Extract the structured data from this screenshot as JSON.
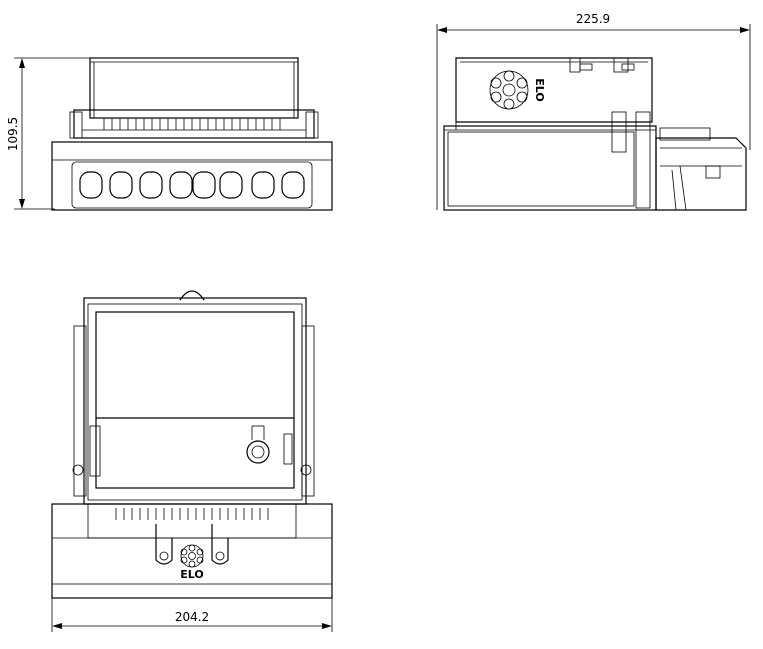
{
  "dimensions": {
    "height_front": "109.5",
    "length_side": "225.9",
    "width_top": "204.2"
  },
  "logo": {
    "text_side": "ELO",
    "text_top": "ELO"
  }
}
